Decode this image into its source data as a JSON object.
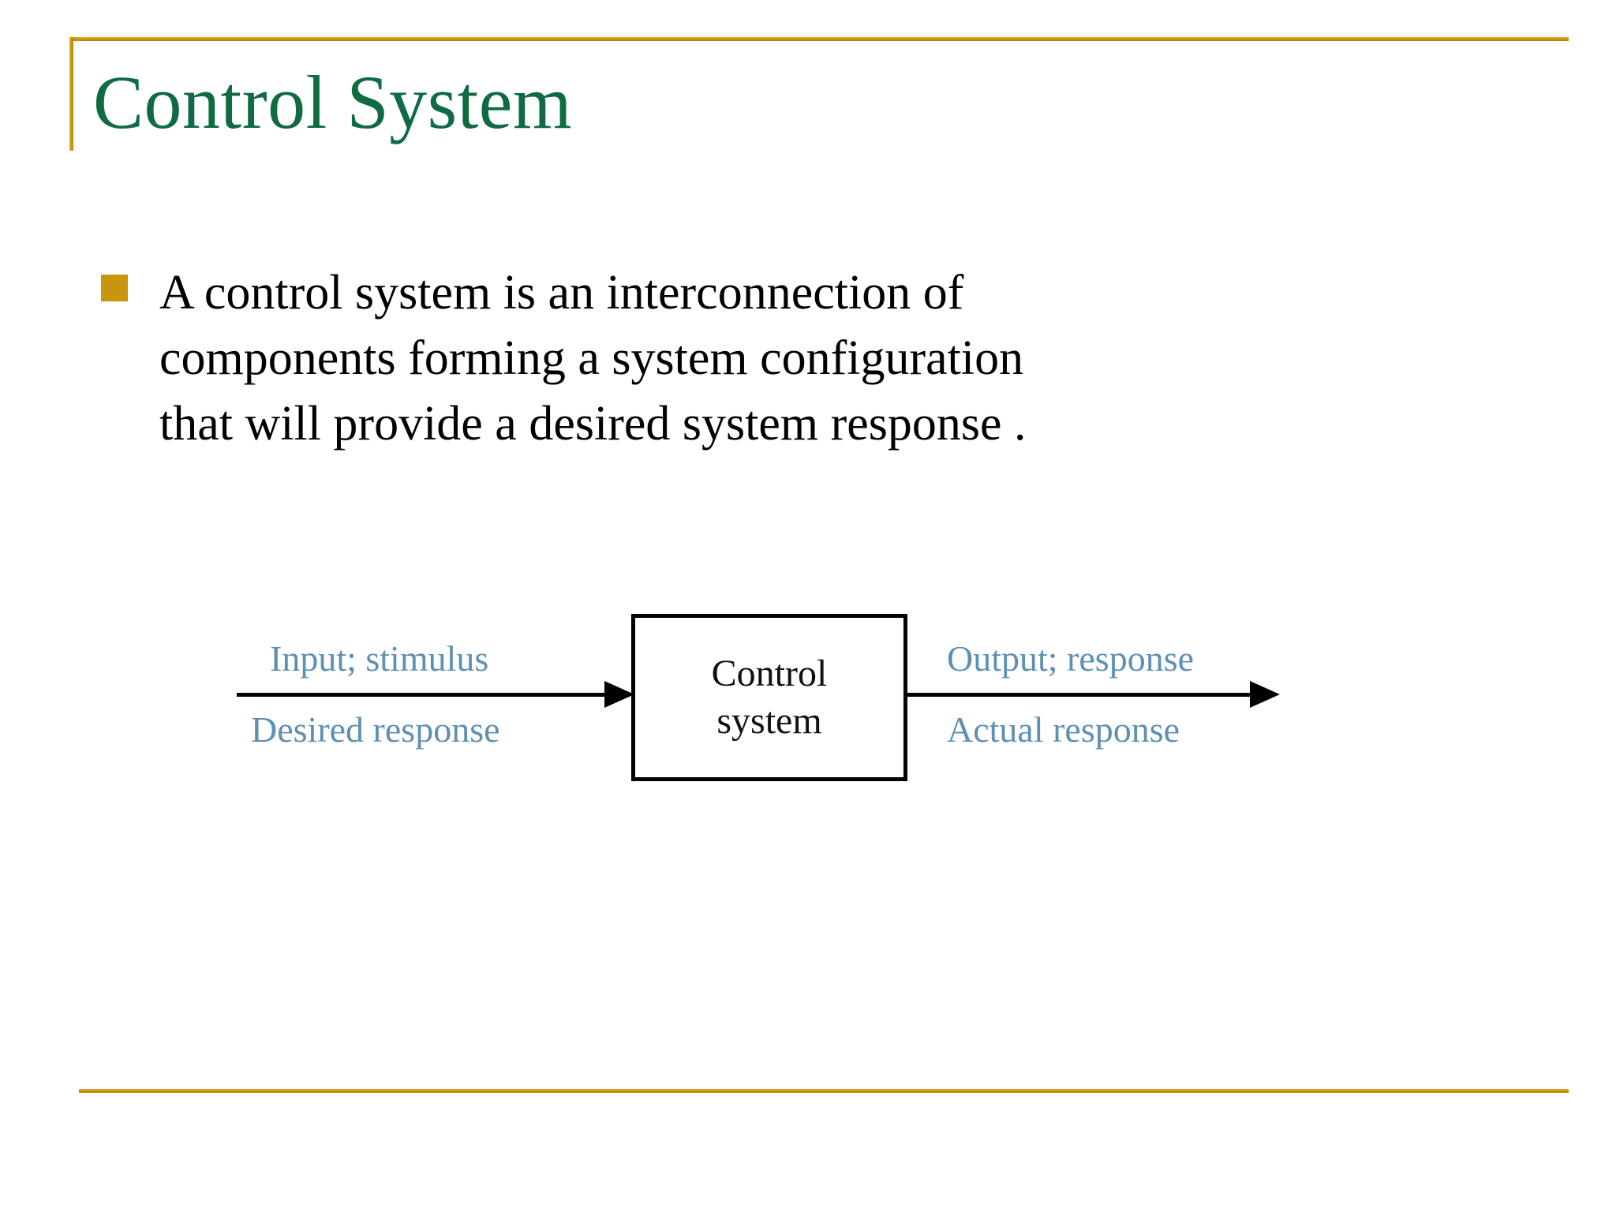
{
  "slide": {
    "title": "Control System",
    "background_color": "#FFFFFF",
    "accent_gold": "#C8960C",
    "title_green": "#0F6B42",
    "label_blue": "#5E90B2"
  },
  "body": {
    "bullet_marker": "square-bullet",
    "paragraph_line_1": "A control system is an interconnection of",
    "paragraph_line_2": "components forming a system configuration",
    "paragraph_line_3": "that will provide a desired system response ."
  },
  "diagram": {
    "block_label_line_1": "Control",
    "block_label_line_2": "system",
    "input_label_top": "Input; stimulus",
    "input_label_bottom": "Desired response",
    "output_label_top": "Output; response",
    "output_label_bottom": "Actual response"
  }
}
